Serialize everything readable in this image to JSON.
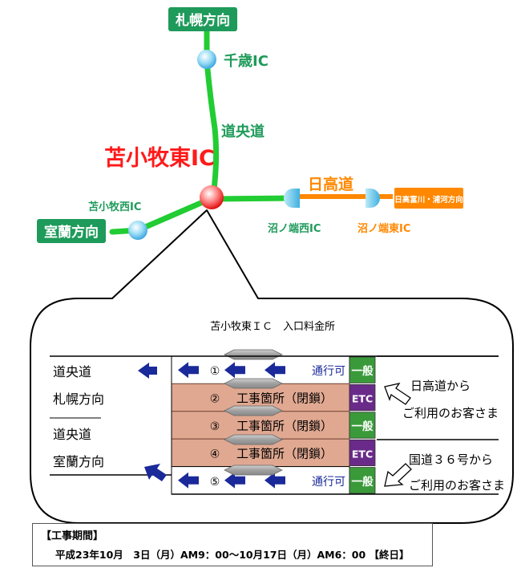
{
  "map": {
    "destination_north": "札幌方向",
    "chitose_ic": "千歳IC",
    "expressway_doo": "道央道",
    "main_ic": "苫小牧東IC",
    "tomakomai_nishi_ic": "苫小牧西IC",
    "destination_west": "室蘭方向",
    "expressway_hidaka": "日高道",
    "numanohata_nishi_ic": "沼ノ端西IC",
    "numanohata_higashi_ic": "沼ノ端東IC",
    "destination_east": "日高富川・浦河方向"
  },
  "tollgate": {
    "title": "苫小牧東ＩＣ　入口料金所",
    "left_labels": {
      "line1_a": "道央道",
      "line1_b": "札幌方向",
      "line2_a": "道央道",
      "line2_b": "室蘭方向"
    },
    "lanes": [
      {
        "number": "①",
        "status": "通行可",
        "type": "一般",
        "closed": false
      },
      {
        "number": "②",
        "status": "工事箇所（閉鎖）",
        "type": "ETC",
        "closed": true
      },
      {
        "number": "③",
        "status": "工事箇所（閉鎖）",
        "type": "一般",
        "closed": true
      },
      {
        "number": "④",
        "status": "工事箇所（閉鎖）",
        "type": "ETC",
        "closed": true
      },
      {
        "number": "⑤",
        "status": "通行可",
        "type": "一般",
        "closed": false
      }
    ],
    "right_labels": {
      "top_line1": "日高道から",
      "top_line2": "ご利用のお客さま",
      "bottom_line1": "国道３６号から",
      "bottom_line2": "ご利用のお客さま"
    }
  },
  "period": {
    "heading": "【工事期間】",
    "text": "平成23年10月　3日（月）AM9：00〜10月17日（月）AM6：00 【終日】"
  },
  "colors": {
    "green_road": "#22cc33",
    "orange_road": "#ff8800",
    "green_label": "#1e9a5a",
    "main_ic_red": "#ff1a1a",
    "closed_lane": "#e0a891",
    "lane_arrow": "#1a2a9a",
    "type_green": "#3a9a3a",
    "type_purple": "#6a2a8a"
  }
}
